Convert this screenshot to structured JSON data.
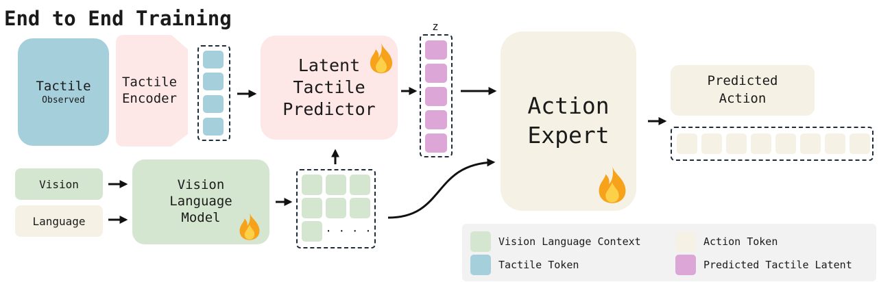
{
  "title": "End to End Training",
  "nodes": {
    "tactile": {
      "label": "Tactile",
      "sublabel": "Observed"
    },
    "tactile_encoder": {
      "label": "Tactile\nEncoder"
    },
    "latent_predictor": {
      "label": "Latent\nTactile\nPredictor"
    },
    "z_label": "z",
    "action_expert": {
      "label": "Action\nExpert"
    },
    "predicted_action": {
      "label": "Predicted\nAction"
    },
    "vision": {
      "label": "Vision"
    },
    "language": {
      "label": "Language"
    },
    "vlm": {
      "label": "Vision\nLanguage\nModel"
    },
    "ellipsis": "· · · ·"
  },
  "legend": [
    {
      "label": "Vision Language Context",
      "color": "#d5e6d0"
    },
    {
      "label": "Action Token",
      "color": "#f5f1e4"
    },
    {
      "label": "Tactile Token",
      "color": "#a6cfdc"
    },
    {
      "label": "Predicted Tactile Latent",
      "color": "#dca6d6"
    }
  ],
  "colors": {
    "vision_language": "#d5e6d0",
    "action": "#f5f1e4",
    "tactile": "#a6cfdc",
    "predicted_latent": "#dca6d6",
    "encoder": "#fde8e7",
    "fire_outer": "#f7a21b",
    "fire_inner": "#fdd04a"
  }
}
